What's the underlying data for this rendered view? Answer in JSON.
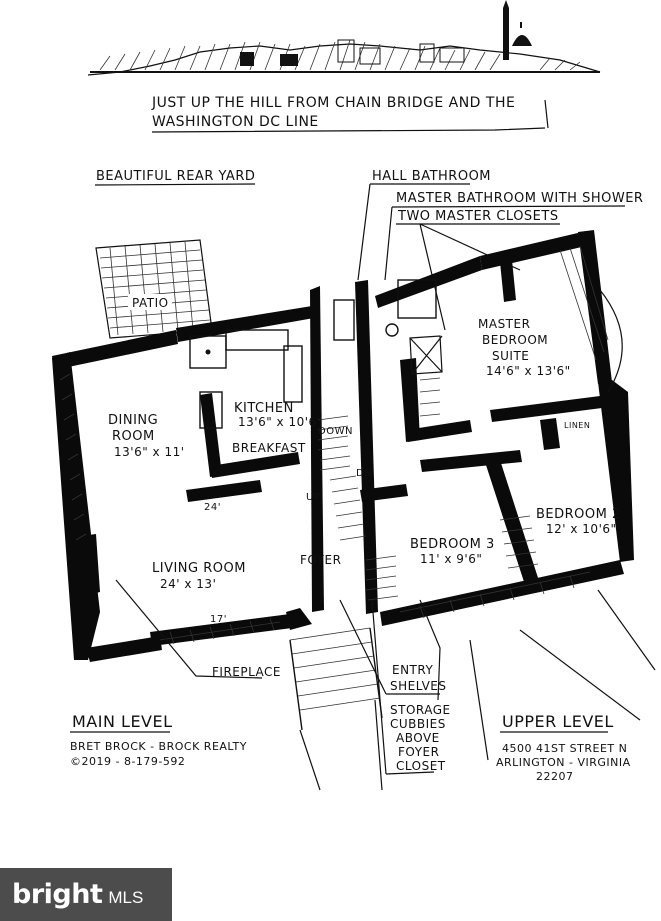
{
  "header": {
    "caption_line1": "JUST UP THE HILL FROM CHAIN BRIDGE AND THE",
    "caption_line2": "WASHINGTON DC LINE"
  },
  "callouts": {
    "rear_yard": "BEAUTIFUL REAR YARD",
    "hall_bathroom": "HALL BATHROOM",
    "master_bath": "MASTER BATHROOM WITH SHOWER",
    "master_closets": "TWO MASTER CLOSETS",
    "fireplace": "FIREPLACE",
    "entry_shelves_1": "ENTRY",
    "entry_shelves_2": "SHELVES",
    "storage_1": "STORAGE",
    "storage_2": "CUBBIES",
    "storage_3": "ABOVE",
    "storage_4": "FOYER",
    "storage_5": "CLOSET"
  },
  "rooms": {
    "patio": "PATIO",
    "dining": {
      "name": "DINING",
      "name2": "ROOM",
      "size": "13'6\" x 11'"
    },
    "kitchen": {
      "name": "KITCHEN",
      "size": "13'6\" x 10'6\""
    },
    "breakfast": "BREAKFAST",
    "living": {
      "name": "LIVING ROOM",
      "size": "24' x 13'"
    },
    "foyer": "FOYER",
    "master": {
      "name": "MASTER",
      "name2": "BEDROOM",
      "name3": "SUITE",
      "size": "14'6\" x 13'6\""
    },
    "bedroom2": {
      "name": "BEDROOM 2",
      "size": "12' x 10'6\""
    },
    "bedroom3": {
      "name": "BEDROOM 3",
      "size": "11' x 9'6\""
    },
    "linen": "LINEN"
  },
  "markers": {
    "down": "DOWN",
    "dn": "DN",
    "up": "UP",
    "dim_24": "24'",
    "dim_17": "17'"
  },
  "footer": {
    "main_level": "MAIN LEVEL",
    "upper_level": "UPPER LEVEL",
    "author": "BRET BROCK - BROCK REALTY",
    "copyright": "©2019 - 8-179-592",
    "address1": "4500 41ST STREET N",
    "address2": "ARLINGTON - VIRGINIA",
    "address3": "22207"
  },
  "watermark": {
    "brand": "bright",
    "suffix": "MLS"
  }
}
